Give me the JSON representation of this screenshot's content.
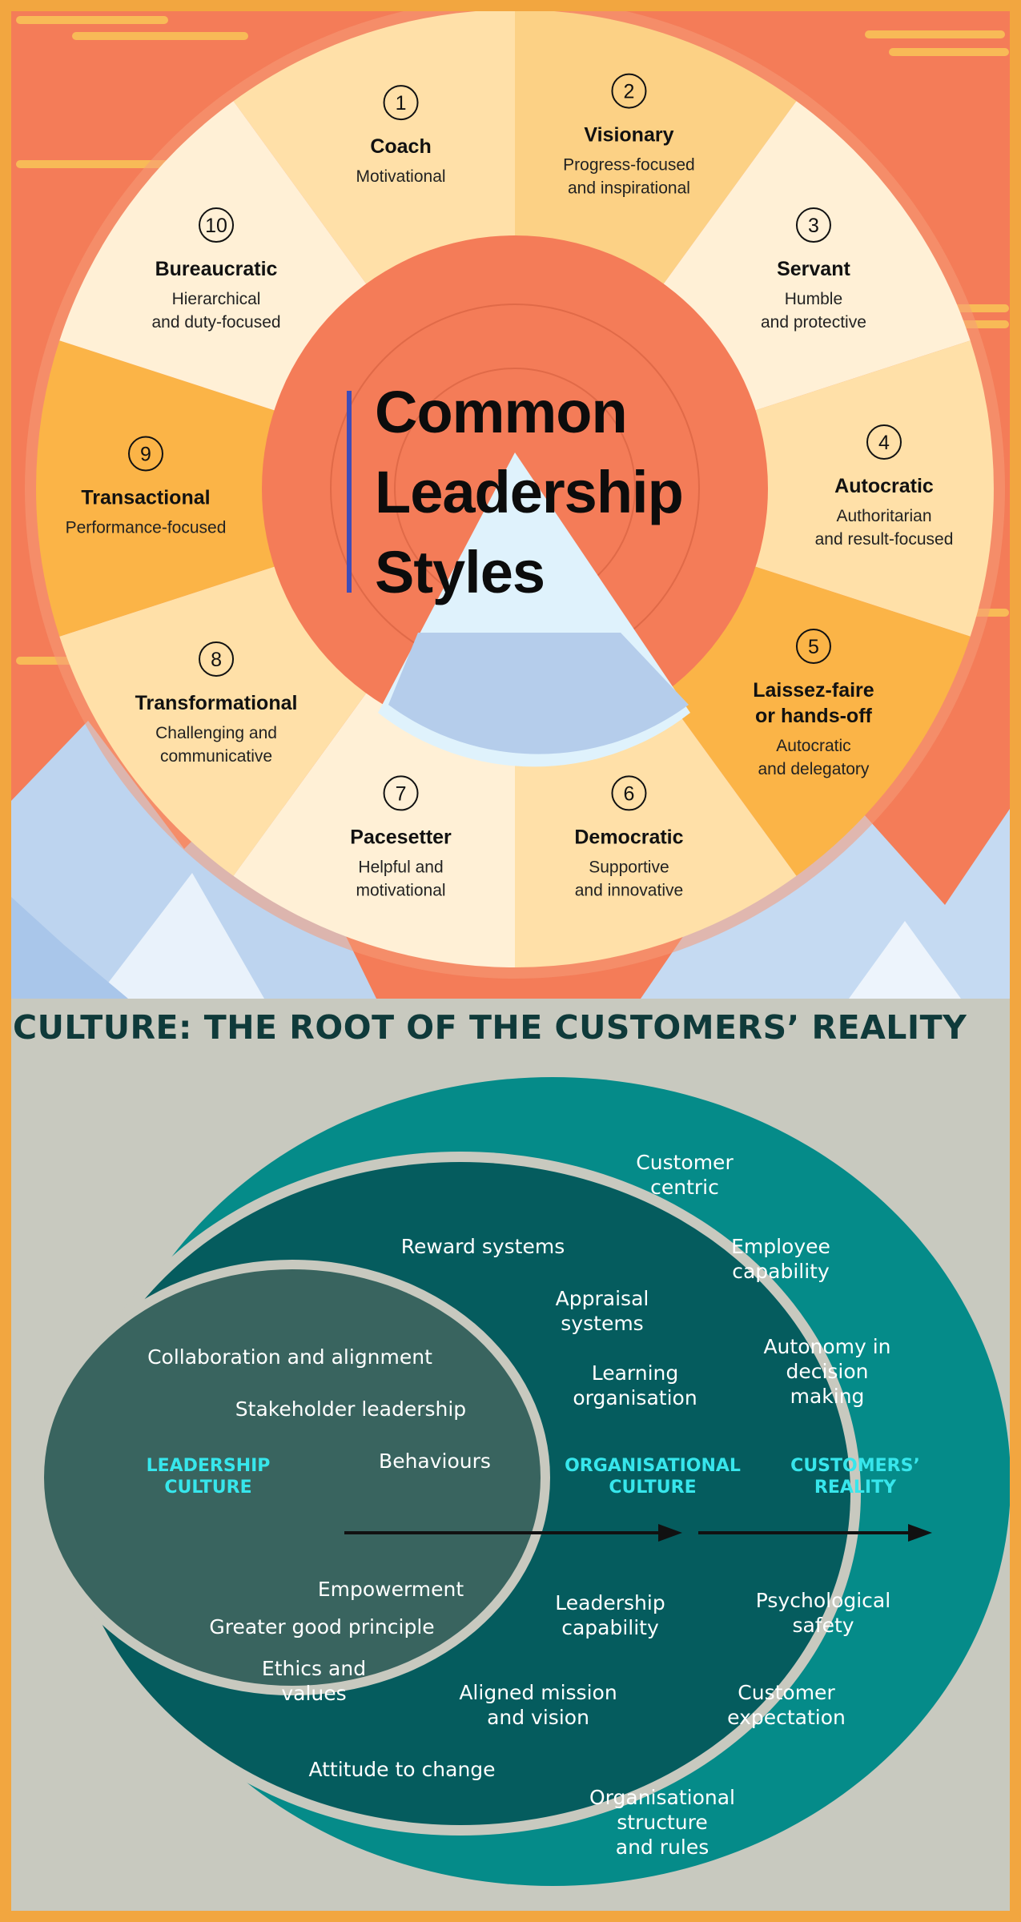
{
  "leadership": {
    "title_lines": [
      "Common",
      "Leadership",
      "Styles"
    ],
    "colors": {
      "background": "#f47c58",
      "hub": "#f47c58",
      "accent_bar": "#3f4db8",
      "pale": "#fff0d6",
      "light": "#ffe0a8",
      "mid": "#fcd185",
      "strong": "#fbb447",
      "sky": "#c9def5"
    },
    "styles": [
      {
        "number": "1",
        "title": [
          "Coach"
        ],
        "subtitle": [
          "Motivational"
        ],
        "tone": "light"
      },
      {
        "number": "2",
        "title": [
          "Visionary"
        ],
        "subtitle": [
          "Progress-focused",
          "and inspirational"
        ],
        "tone": "mid"
      },
      {
        "number": "3",
        "title": [
          "Servant"
        ],
        "subtitle": [
          "Humble",
          "and protective"
        ],
        "tone": "pale"
      },
      {
        "number": "4",
        "title": [
          "Autocratic"
        ],
        "subtitle": [
          "Authoritarian",
          "and result-focused"
        ],
        "tone": "light"
      },
      {
        "number": "5",
        "title": [
          "Laissez-faire",
          "or hands-off"
        ],
        "subtitle": [
          "Autocratic",
          "and delegatory"
        ],
        "tone": "strong"
      },
      {
        "number": "6",
        "title": [
          "Democratic"
        ],
        "subtitle": [
          "Supportive",
          "and innovative"
        ],
        "tone": "light"
      },
      {
        "number": "7",
        "title": [
          "Pacesetter"
        ],
        "subtitle": [
          "Helpful and",
          "motivational"
        ],
        "tone": "pale"
      },
      {
        "number": "8",
        "title": [
          "Transformational"
        ],
        "subtitle": [
          "Challenging and",
          "communicative"
        ],
        "tone": "light"
      },
      {
        "number": "9",
        "title": [
          "Transactional"
        ],
        "subtitle": [
          "Performance-focused"
        ],
        "tone": "strong"
      },
      {
        "number": "10",
        "title": [
          "Bureaucratic"
        ],
        "subtitle": [
          "Hierarchical",
          "and duty-focused"
        ],
        "tone": "pale"
      }
    ]
  },
  "culture": {
    "banner": "CULTURE: THE ROOT OF THE CUSTOMERS’ REALITY",
    "colors": {
      "background": "#c8c9bf",
      "outer": "#058b89",
      "middle": "#055c5e",
      "inner": "#39645f",
      "ring": "#c8c9bf",
      "heading": "#37e6ec",
      "banner_text": "#0f3a3a",
      "arrow": "#111111"
    },
    "headings": {
      "leadership": [
        "LEADERSHIP",
        "CULTURE"
      ],
      "organisational": [
        "ORGANISATIONAL",
        "CULTURE"
      ],
      "customers": [
        "CUSTOMERS’",
        "REALITY"
      ]
    },
    "leadership_items": [
      {
        "id": "collaboration",
        "lines": [
          "Collaboration and alignment"
        ]
      },
      {
        "id": "stakeholder",
        "lines": [
          "Stakeholder leadership"
        ]
      },
      {
        "id": "behaviours",
        "lines": [
          "Behaviours"
        ]
      },
      {
        "id": "empowerment",
        "lines": [
          "Empowerment"
        ]
      },
      {
        "id": "greater-good",
        "lines": [
          "Greater good principle"
        ]
      },
      {
        "id": "ethics",
        "lines": [
          "Ethics and",
          "values"
        ]
      }
    ],
    "organisational_items": [
      {
        "id": "reward",
        "lines": [
          "Reward systems"
        ]
      },
      {
        "id": "appraisal",
        "lines": [
          "Appraisal",
          "systems"
        ]
      },
      {
        "id": "learning",
        "lines": [
          "Learning",
          "organisation"
        ]
      },
      {
        "id": "leadership-capability",
        "lines": [
          "Leadership",
          "capability"
        ]
      },
      {
        "id": "mission",
        "lines": [
          "Aligned mission",
          "and vision"
        ]
      },
      {
        "id": "attitude",
        "lines": [
          "Attitude to change"
        ]
      }
    ],
    "customer_items": [
      {
        "id": "customer-centric",
        "lines": [
          "Customer",
          "centric"
        ]
      },
      {
        "id": "employee-capability",
        "lines": [
          "Employee",
          "capability"
        ]
      },
      {
        "id": "autonomy",
        "lines": [
          "Autonomy in",
          "decision",
          "making"
        ]
      },
      {
        "id": "psychological-safety",
        "lines": [
          "Psychological",
          "safety"
        ]
      },
      {
        "id": "customer-expectation",
        "lines": [
          "Customer",
          "expectation"
        ]
      },
      {
        "id": "structure",
        "lines": [
          "Organisational",
          "structure",
          "and rules"
        ]
      }
    ]
  }
}
